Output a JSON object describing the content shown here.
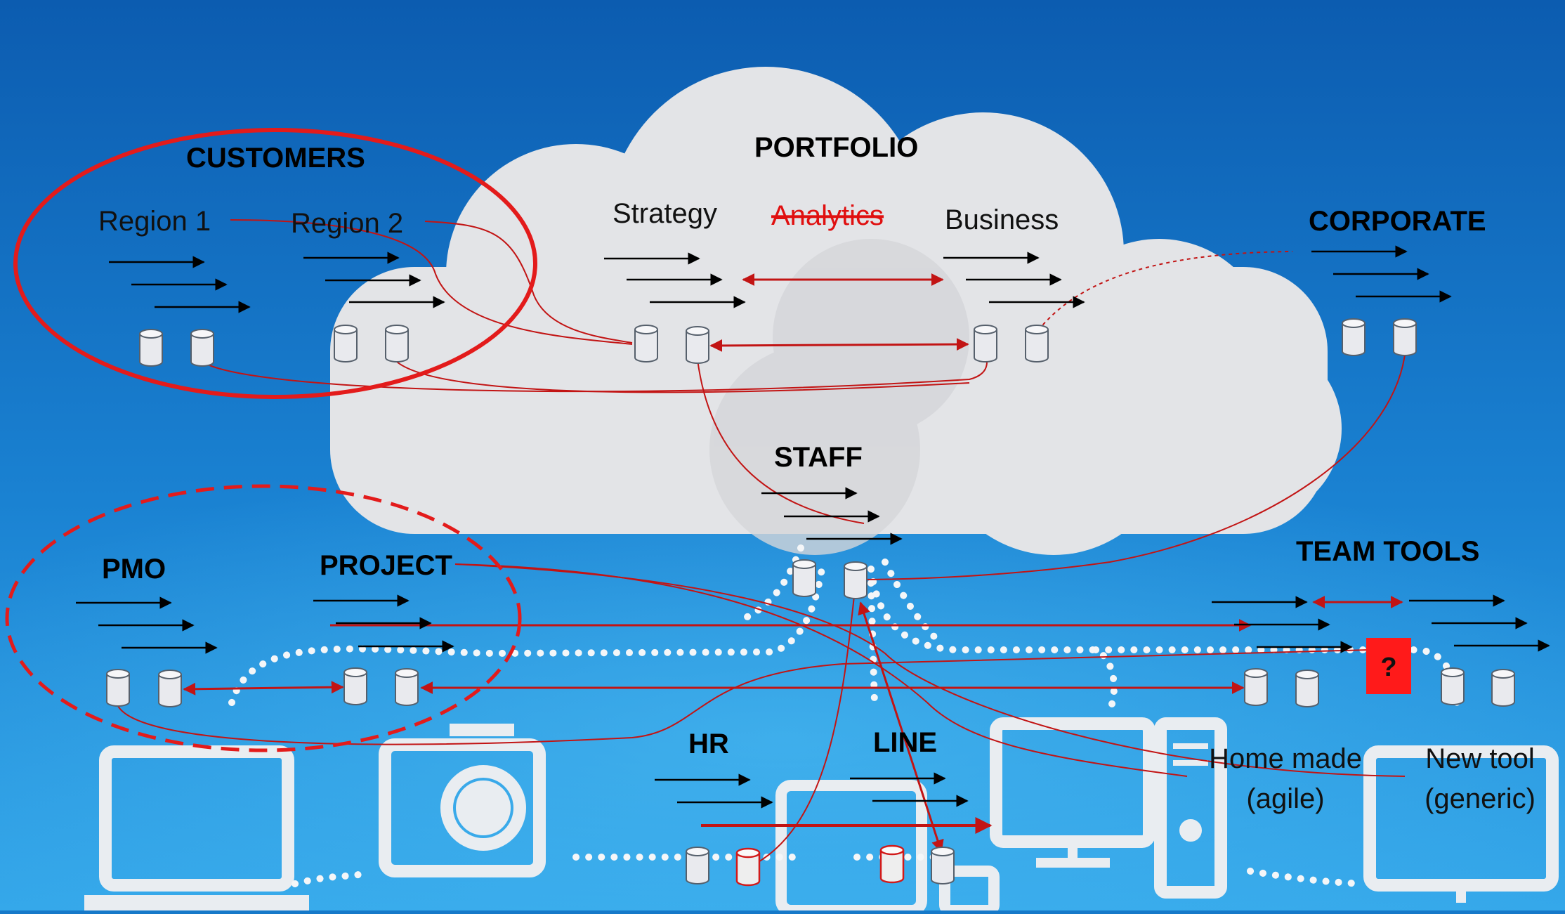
{
  "colors": {
    "background_top": "#0d5fb3",
    "background_bottom": "#2aa0e6",
    "cloud": "#e4e5e8",
    "relation_line": "#c21414",
    "highlight": "#e31b1b",
    "flow_arrow": "#000000",
    "unknown_tool_box": "#ff1a1a"
  },
  "labels": {
    "customers": "CUSTOMERS",
    "region1": "Region 1",
    "region2": "Region 2",
    "portfolio": "PORTFOLIO",
    "strategy": "Strategy",
    "analytics": "Analytics",
    "business": "Business",
    "corporate": "CORPORATE",
    "staff": "STAFF",
    "pmo": "PMO",
    "project": "PROJECT",
    "team_tools": "TEAM TOOLS",
    "hr": "HR",
    "line": "LINE",
    "home_made_1": "Home made",
    "home_made_2": "(agile)",
    "new_tool_1": "New tool",
    "new_tool_2": "(generic)",
    "unknown": "?"
  },
  "icons": [
    "cloud-icon",
    "database-icon",
    "laptop-icon",
    "camera-icon",
    "tablet-icon",
    "desktop-computer-icon",
    "monitor-icon"
  ]
}
